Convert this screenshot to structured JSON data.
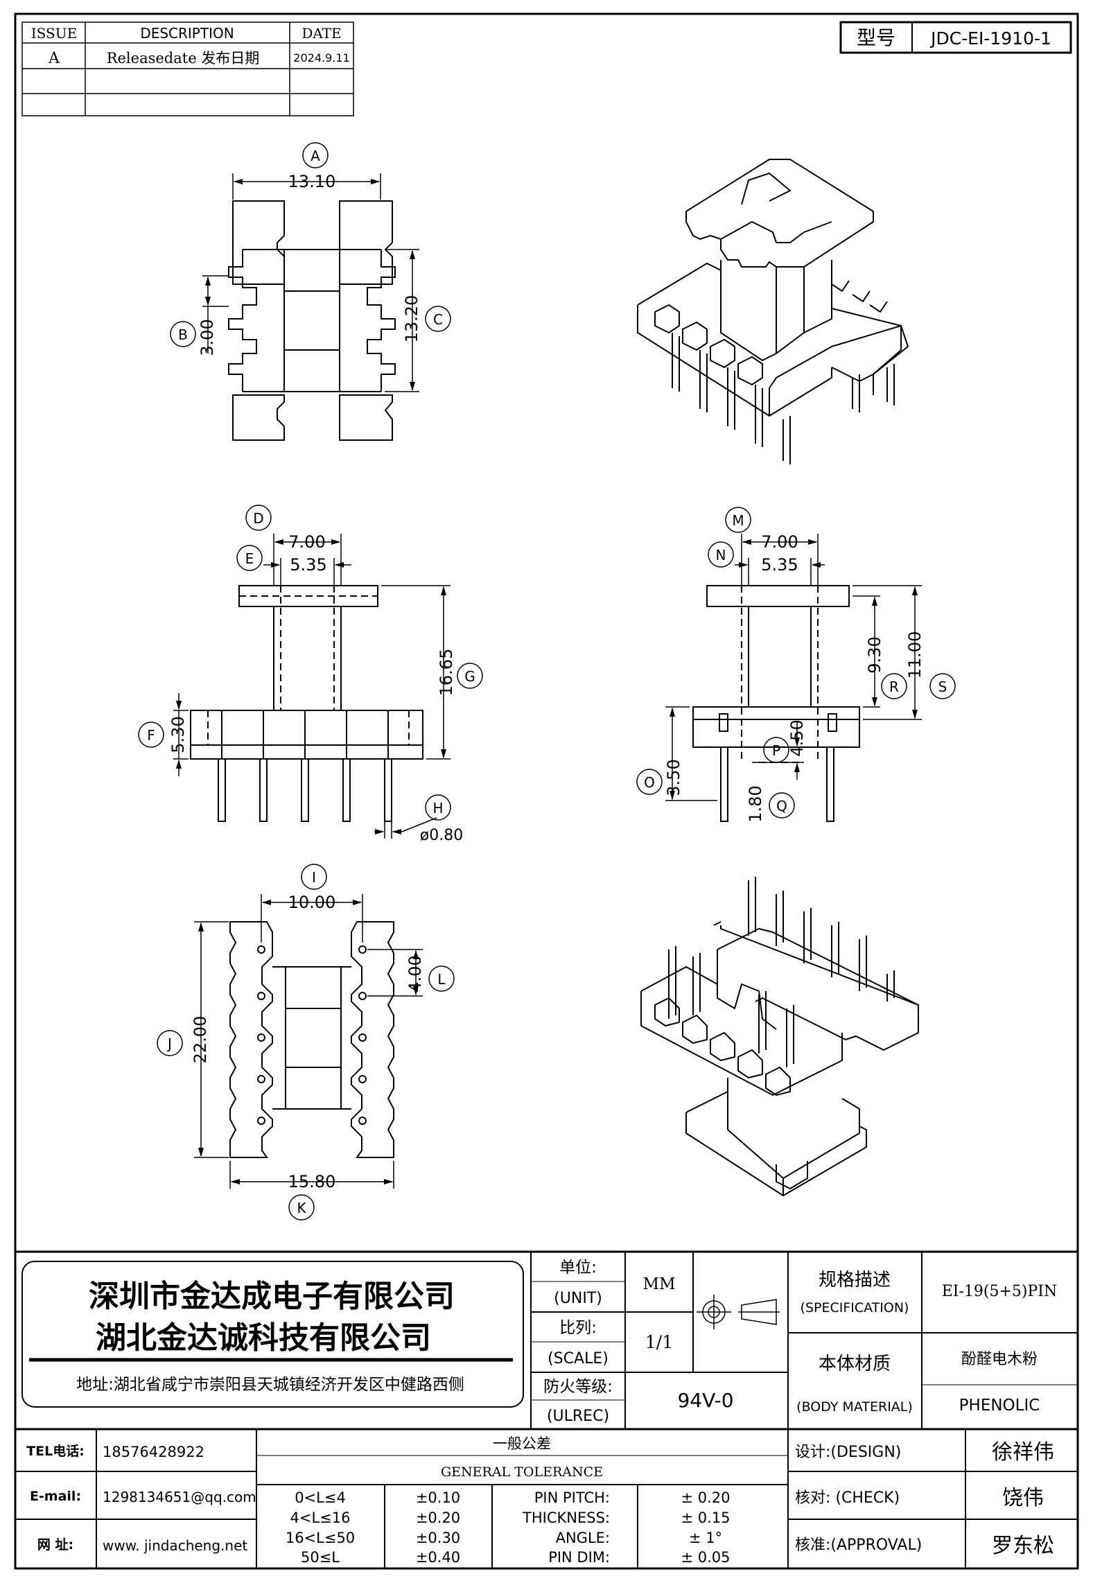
{
  "revision_table": {
    "headers": {
      "issue": "ISSUE",
      "description": "DESCRIPTION",
      "date": "DATE"
    },
    "rows": [
      {
        "issue": "A",
        "description": "Releasedate 发布日期",
        "date": "2024.9.11"
      }
    ]
  },
  "model": {
    "label": "型号",
    "value": "JDC-EI-1910-1"
  },
  "dimensions": {
    "A": {
      "ref": "A",
      "value": "13.10"
    },
    "B": {
      "ref": "B",
      "value": "3.00"
    },
    "C": {
      "ref": "C",
      "value": "13.20"
    },
    "D": {
      "ref": "D",
      "value": "7.00"
    },
    "E": {
      "ref": "E",
      "value": "5.35"
    },
    "F": {
      "ref": "F",
      "value": "5.30"
    },
    "G": {
      "ref": "G",
      "value": "16.65"
    },
    "H": {
      "ref": "H",
      "value": "ø0.80"
    },
    "I": {
      "ref": "I",
      "value": "10.00"
    },
    "J": {
      "ref": "J",
      "value": "22.00"
    },
    "K": {
      "ref": "K",
      "value": "15.80"
    },
    "L": {
      "ref": "L",
      "value": "4.00"
    },
    "M": {
      "ref": "M",
      "value": "7.00"
    },
    "N": {
      "ref": "N",
      "value": "5.35"
    },
    "O": {
      "ref": "O",
      "value": "3.50"
    },
    "P": {
      "ref": "P",
      "value": "4.50"
    },
    "Q": {
      "ref": "Q",
      "value": "1.80"
    },
    "R": {
      "ref": "R",
      "value": "9.30"
    },
    "S": {
      "ref": "S",
      "value": "11.00"
    }
  },
  "title_block": {
    "company_1": "深圳市金达成电子有限公司",
    "company_2": "湖北金达诚科技有限公司",
    "address": "地址:湖北省咸宁市崇阳县天城镇经济开发区中健路西侧",
    "unit_label_cn": "单位:",
    "unit_label_en": "(UNIT)",
    "unit_value": "MM",
    "scale_label_cn": "比列:",
    "scale_label_en": "(SCALE)",
    "scale_value": "1/1",
    "fire_label_cn": "防火等级:",
    "fire_label_en": "(ULREC)",
    "fire_value": "94V-0",
    "spec_label_cn": "规格描述",
    "spec_label_en": "(SPECIFICATION)",
    "spec_value": "EI-19(5+5)PIN",
    "material_label_cn": "本体材质",
    "material_label_en": "(BODY MATERIAL)",
    "material_value_cn": "酚醛电木粉",
    "material_value_en": "PHENOLIC",
    "tel_label": "TEL电话:",
    "tel_value": "18576428922",
    "email_label": "E-mail:",
    "email_value": "1298134651@qq.com",
    "web_label": "网  址:",
    "web_value": "www. jindacheng.net",
    "tolerance_title_cn": "一般公差",
    "tolerance_title_en": "GENERAL TOLERANCE",
    "tolerances": [
      {
        "range": "0<L≤4",
        "tol": "±0.10",
        "param": "PIN PITCH:",
        "ptol": "± 0.20"
      },
      {
        "range": "4<L≤16",
        "tol": "±0.20",
        "param": "THICKNESS:",
        "ptol": "± 0.15"
      },
      {
        "range": "16<L≤50",
        "tol": "±0.30",
        "param": "ANGLE:",
        "ptol": "± 1°"
      },
      {
        "range": "50≤L",
        "tol": "±0.40",
        "param": "PIN DIM:",
        "ptol": "± 0.05"
      }
    ],
    "design_label": "设计:(DESIGN)",
    "design_value": "徐祥伟",
    "check_label": "核对: (CHECK)",
    "check_value": "饶伟",
    "approval_label": "核准:(APPROVAL)",
    "approval_value": "罗东松"
  }
}
